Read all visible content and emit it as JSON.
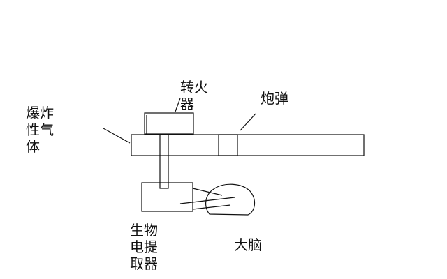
{
  "labels": {
    "explosive_gas": "爆炸\n性气\n体",
    "igniter": "转火\n器",
    "shell": "炮弹",
    "bio_extractor": "生物\n电提\n取器",
    "brain": "大脑"
  },
  "colors": {
    "ink": "#111111",
    "background": "#ffffff"
  }
}
